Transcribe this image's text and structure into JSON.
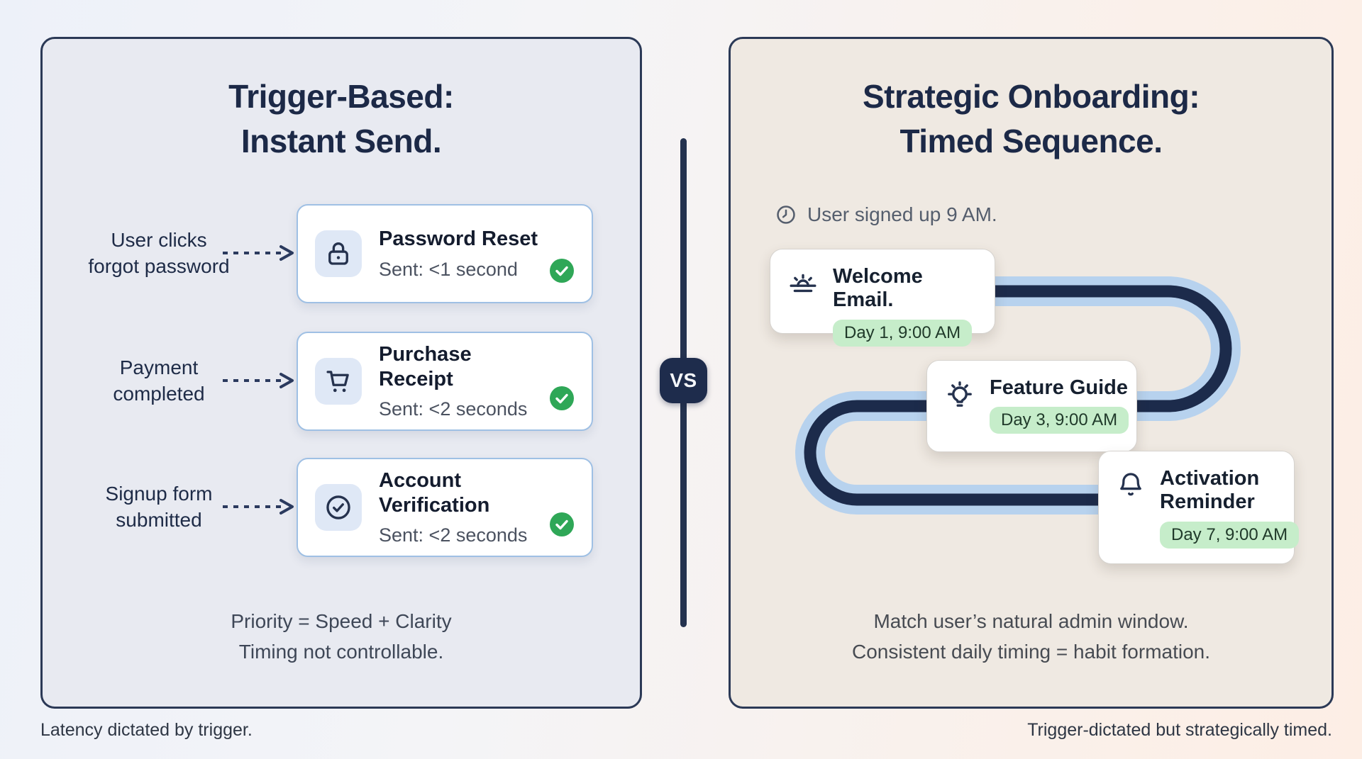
{
  "page": {
    "vs_label": "VS",
    "left_caption": "Latency dictated by trigger.",
    "right_caption": "Trigger-dictated but strategically timed."
  },
  "left_panel": {
    "title_line1": "Trigger-Based:",
    "title_line2": "Instant Send.",
    "rows": [
      {
        "label_line1": "User clicks",
        "label_line2": "forgot password",
        "icon": "lock-icon",
        "title": "Password Reset",
        "sent": "Sent: <1 second"
      },
      {
        "label_line1": "Payment",
        "label_line2": "completed",
        "icon": "shopping-cart-icon",
        "title": "Purchase Receipt",
        "sent": "Sent: <2 seconds"
      },
      {
        "label_line1": "Signup form",
        "label_line2": "submitted",
        "icon": "check-circle-icon",
        "title": "Account Verification",
        "sent": "Sent: <2 seconds"
      }
    ],
    "footer_line1": "Priority = Speed + Clarity",
    "footer_line2": "Timing not controllable."
  },
  "right_panel": {
    "title_line1": "Strategic Onboarding:",
    "title_line2": "Timed Sequence.",
    "signup_note": "User signed up 9 AM.",
    "steps": [
      {
        "icon": "sunrise-icon",
        "title": "Welcome Email.",
        "badge": "Day 1, 9:00 AM"
      },
      {
        "icon": "lightbulb-icon",
        "title": "Feature Guide",
        "badge": "Day 3, 9:00 AM"
      },
      {
        "icon": "bell-icon",
        "title": "Activation Reminder",
        "badge": "Day 7, 9:00 AM"
      }
    ],
    "footer_line1": "Match user’s natural admin window.",
    "footer_line2": "Consistent daily timing = habit formation."
  },
  "colors": {
    "navy": "#1e2c4c",
    "panel_border": "#2b3956",
    "card_border_blue": "#9fc0e4",
    "icon_tile_bg": "#dfe8f6",
    "success_green": "#2fa757",
    "pill_green_bg": "#c6edca",
    "pill_green_text": "#203a2a",
    "flow_halo_blue": "#b7d2ee",
    "flow_line_navy": "#1c2b4b"
  }
}
